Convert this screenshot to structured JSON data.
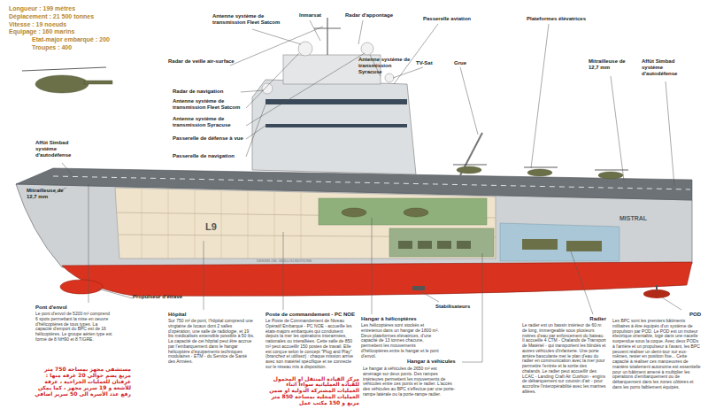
{
  "diagram": {
    "nodes": [
      {
        "text": [
          "Longueur : 199 mètres",
          "Déplacement : 21 500 tonnes",
          "Vitesse : 19 noeuds",
          "Equipage : 160 marins",
          "Etat-major embarqué : 200",
          "Troupes : 400"
        ]
      }
    ],
    "labels": [
      "Antenne système de transmission Fleet Satcom",
      "Inmarsat",
      "Radar d'appontage",
      "Passerelle aviation",
      "Plateformes élévatrices",
      "Radar de veille air-surface",
      "Antenne système de transmission Syracuse",
      "TV-Sat",
      "Grue",
      "Mitrailleuse de 12,7 mm",
      "Affût Simbad système d'autodéfense",
      "Radar de navigation",
      "Antenne système de transmission Fleet Satcom",
      "Antenne système de transmission Syracuse",
      "Passerelle de défense à vue",
      "Passerelle de navigation",
      "Affût Simbad système d'autodéfense",
      "Mitrailleuse de 12,7 mm",
      "L9",
      "MISTRAL",
      "DESSIN J.M. GUILLOU EDITIONS",
      "Propulseur d'étrave",
      "Stabilisateurs",
      "Pont d'envol",
      "Le pont d'envol de 5200 m² comprend 6 spots permettant la mise en oeuvre d'hélicoptères de tous types. La capacité d'emport du BPC est de 16 hélicoptères. Le groupe aérien type est formé de 8 NH90 et 8 TIGRE.",
      "Hôpital",
      "Sur 750 m² de pont, l'hôpital comprend une vingtaine de locaux dont 2 salles d'opération, une salle de radiologie, et 19 lits médicalisés extensible possible à 50 lits. La capacité de cet hôpital peut être accrue par l'embarquement dans le hangar hélicoptère d'équipements techniques modulaires - ETM - du Service de Santé des Armées.",
      "Poste de commandement - PC NOE",
      "Le Poste de Commandement de Niveau Opératif Embarqué - PC NOE - accueille les états-majors embarqués qui conduisent depuis la mer les opérations interarmées, nationales ou interalliées. Cette salle de 850 m² peut accueillir 150 postes de travail. Elle est conçue selon le concept \"Plug and Play\" (branchez et utilisez) : chaque mission arrive avec son matériel spécifique et se connecte sur le réseau mis à disposition.",
      "Hangar à hélicoptères",
      "Les hélicoptères sont stockés et entretenus dans un hangar de 1800 m². Deux plateformes élévatrices, d'une capacité de 13 tonnes chacune, permettent les mouvements d'hélicoptères entre le hangar et le pont d'envol.",
      "Hangar à véhicules",
      "Le hangar à véhicules de 2650 m² est aménagé sur deux ponts. Des rampes intérieures permettent les mouvements de véhicules entre ces ponts et le radier. L'accès des véhicules au BPC s'effectue par une porte-rampe latérale ou la porte-rampe radier.",
      "Radier",
      "Le radier est un bassin intérieur de 60 m de long, immergeable sous plusieurs mètres d'eau par enfoncement du bateau. Il accueille 4 CTM - Chalands de Transport de Matériel - qui transportent les blindés et autres véhicules d'infanterie. Une porte arrière basculante met le plan d'eau du radier en communication avec la mer pour permettre l'entrée et la sortie des chalands. Le radier peut accueillir des LCAC - Landing Craft Air Cushion - engins de débarquement sur coussin d'air - pour accroître l'interopérabilité avec les marines alliées.",
      "POD",
      "Les BPC sont les premiers bâtiments militaires à être équipés d'un système de propulsion par POD. Le POD est un moteur électrique orientable, logé dans une nacelle suspendue sous la coque. Avec deux PODs à l'arrière et un propulseur à l'avant, les BPC peuvent réaliser un demi-tour sur eux-mêmes, rester en position fixe... Cette capacité à réaliser ces manoeuvres de manière totalement autonome est essentielle pour un bâtiment amené à multiplier les opérations d'embarquement ou de débarquement dans les zones côtières et dans les ports faiblement équipés.",
      "مستشفى مجهز بمساحة 750 متر مربع يضم حوالي 20 غرفة منها : غرفتان للعمليات الجراحية ، غرفة للأشعة و 19 سرير مجهز ، كما يمكن رفع عدد الأسرة الى 50 سرير اضافي",
      "مركز القيادة المنتقل او المحمول للقيادة العملياتية سواءا اثناء العمليات المشتركة الدولية او ضمن العمليات المحلية بمساحة 850 متر مربع و 150 مكتب عمل"
    ]
  }
}
